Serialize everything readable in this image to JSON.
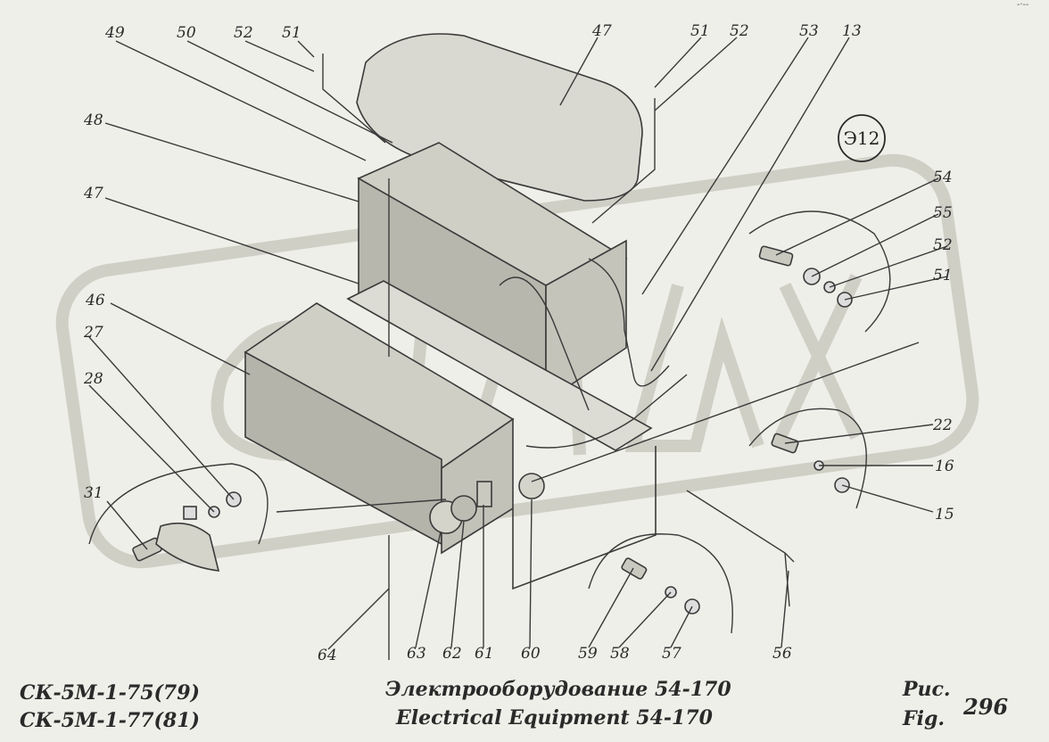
{
  "code_badge": "Э12",
  "caption": {
    "model_line_1": "СК-5М-1-75(79)",
    "model_line_2": "СК-5М-1-77(81)",
    "title_ru": "Электрооборудование 54-170",
    "title_en": "Electrical Equipment 54-170",
    "fig_ru": "Рис.",
    "fig_en": "Fig.",
    "fig_number": "296"
  },
  "corner_mark": "-·--",
  "callouts": [
    "49",
    "50",
    "52",
    "51",
    "47",
    "51",
    "52",
    "53",
    "13",
    "48",
    "47",
    "54",
    "55",
    "52",
    "51",
    "46",
    "27",
    "28",
    "22",
    "16",
    "15",
    "31",
    "64",
    "63",
    "62",
    "61",
    "60",
    "59",
    "58",
    "57",
    "56"
  ],
  "colors": {
    "paper": "#efefe9",
    "ink": "#2a2a2a",
    "watermark": "#cfcfc6"
  }
}
